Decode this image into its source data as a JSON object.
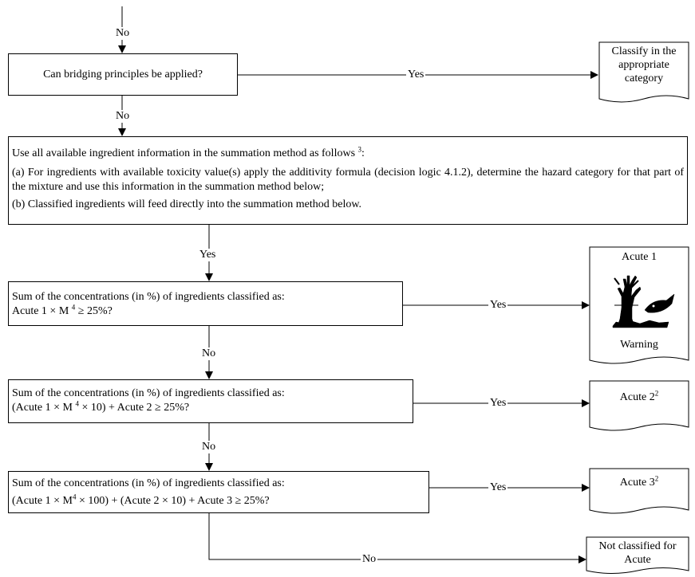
{
  "labels": {
    "no": "No",
    "yes": "Yes"
  },
  "q1": {
    "text": "Can bridging principles be applied?"
  },
  "r1": {
    "line1": "Classify in the",
    "line2": "appropriate",
    "line3": "category"
  },
  "summation": {
    "intro": "Use all available ingredient information in the summation method as follows ",
    "intro_sup": "3",
    "intro_end": ":",
    "a": "(a)  For ingredients with available toxicity value(s) apply the additivity formula (decision logic 4.1.2), determine the hazard category for that part of the mixture and use this information in the summation method below;",
    "b": "(b)  Classified ingredients will feed directly into the summation method below."
  },
  "q2": {
    "line1": "Sum of the concentrations (in %) of ingredients classified as:",
    "l2a": "Acute 1 × M ",
    "l2sup": "4",
    "l2b": " ≥ 25%?"
  },
  "r2": {
    "title": "Acute 1",
    "signal": "Warning"
  },
  "q3": {
    "line1": "Sum of the concentrations (in %) of ingredients classified as:",
    "l2a": "(Acute 1 × M ",
    "l2sup": "4",
    "l2b": " × 10) + Acute 2 ≥  25%?"
  },
  "r3": {
    "text": "Acute 2",
    "sup": "2"
  },
  "q4": {
    "line1": "Sum of the concentrations (in %) of ingredients classified as:",
    "l2a": "(Acute 1 × M",
    "l2sup": "4",
    "l2b": " × 100) + (Acute 2 × 10) + Acute 3  ≥ 25%?"
  },
  "r4": {
    "text": "Acute 3",
    "sup": "2"
  },
  "r5": {
    "line1": "Not classified for",
    "line2": "Acute"
  }
}
